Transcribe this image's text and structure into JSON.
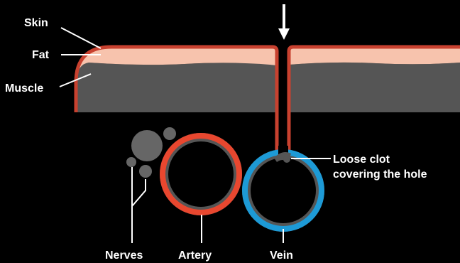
{
  "labels": {
    "skin": "Skin",
    "fat": "Fat",
    "muscle": "Muscle",
    "clot_line1": "Loose clot",
    "clot_line2": "covering the hole",
    "nerves": "Nerves",
    "artery": "Artery",
    "vein": "Vein"
  },
  "colors": {
    "background": "#000000",
    "skin": "#c8412f",
    "fat": "#f7c3ad",
    "muscle": "#555555",
    "artery": "#e8472f",
    "vein": "#1d9ad6",
    "nerve": "#666666",
    "label": "#ffffff"
  },
  "icons": {
    "needle_arrow": "down-arrow-icon"
  }
}
